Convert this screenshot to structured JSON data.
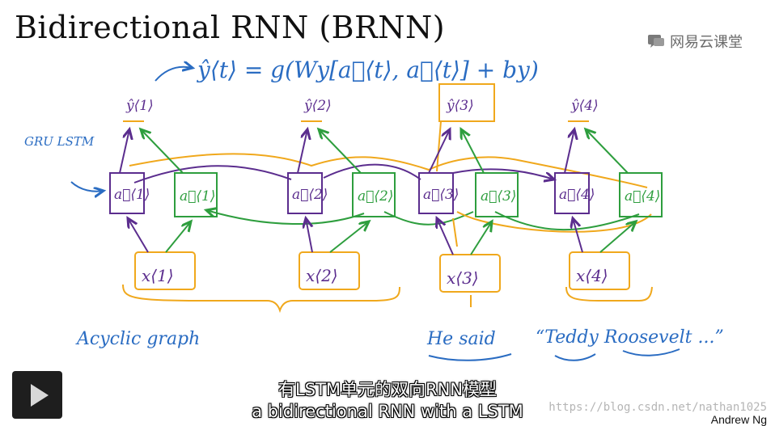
{
  "slide": {
    "title": "Bidirectional RNN (BRNN)",
    "brand_label": "网易云课堂",
    "brand_icon": "chat-bubble-icon",
    "formula": "ŷ⟨t⟩ = g(Wy[a⃗⟨t⟩, a⃖⟨t⟩] + by)",
    "cell_note": "GRU LSTM",
    "outputs": [
      "ŷ⟨1⟩",
      "ŷ⟨2⟩",
      "ŷ⟨3⟩",
      "ŷ⟨4⟩"
    ],
    "forward_units": [
      "a⃗⟨1⟩",
      "a⃗⟨2⟩",
      "a⃗⟨3⟩",
      "a⃗⟨4⟩"
    ],
    "backward_units": [
      "a⃖⟨1⟩",
      "a⃖⟨2⟩",
      "a⃖⟨3⟩",
      "a⃖⟨4⟩"
    ],
    "inputs": [
      "x⟨1⟩",
      "x⟨2⟩",
      "x⟨3⟩",
      "x⟨4⟩"
    ],
    "graph_note": "Acyclic graph",
    "sentence_a": "He said",
    "sentence_b": "“Teddy Roosevelt ...”"
  },
  "colors": {
    "forward": "#5b2d8e",
    "backward": "#2e9e3e",
    "highlight": "#f0a81c",
    "annotation": "#2a6cc2"
  },
  "player": {
    "play_icon": "play-icon",
    "subtitle_cn": "有LSTM单元的双向RNN模型",
    "subtitle_en": "a bidirectional RNN with a LSTM",
    "watermark": "https://blog.csdn.net/nathan1025",
    "author": "Andrew Ng"
  }
}
